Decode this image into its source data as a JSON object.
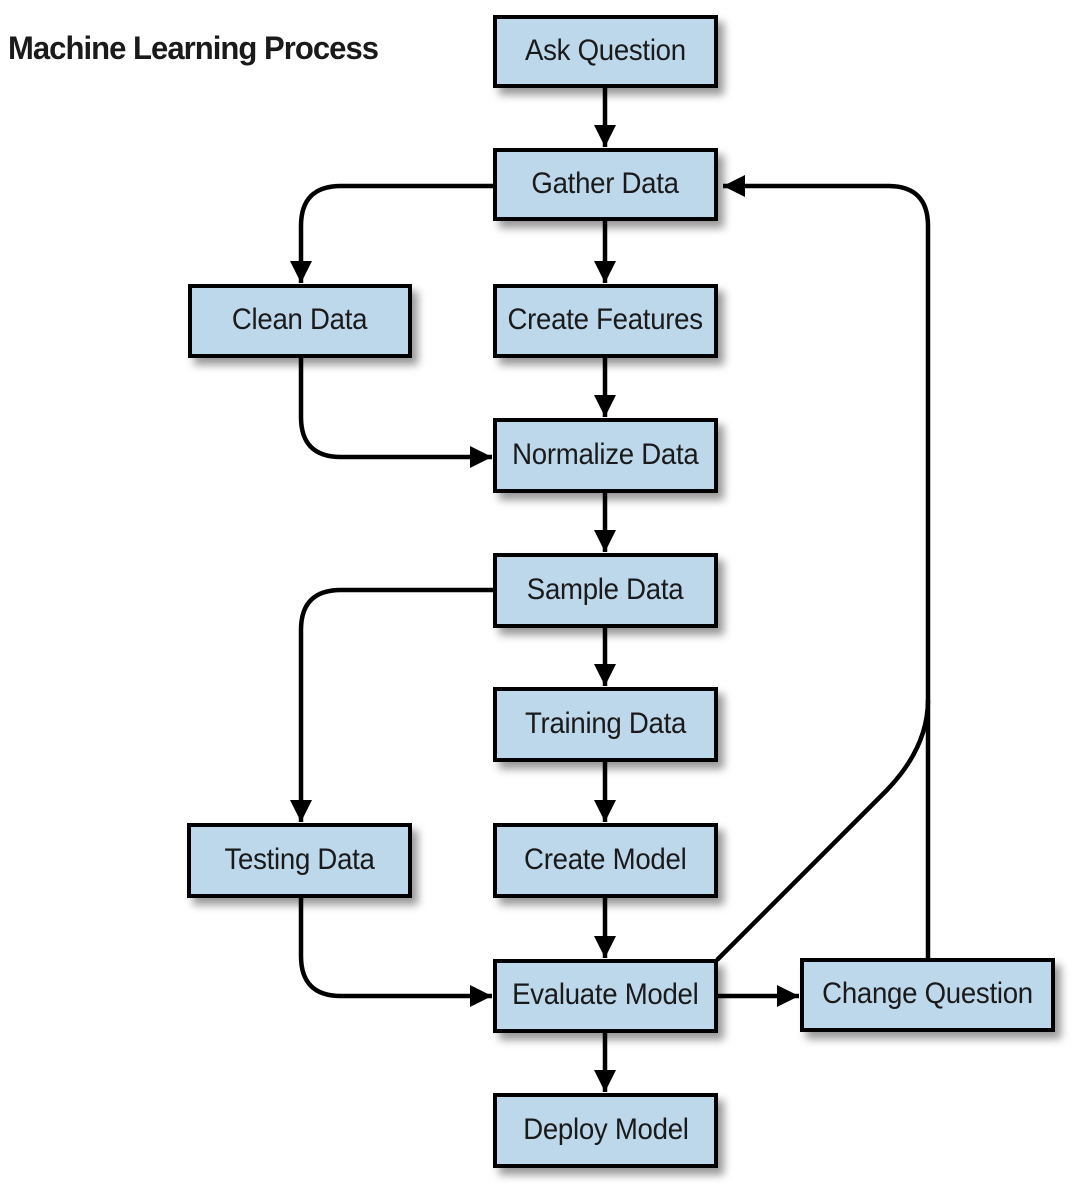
{
  "title": "Machine Learning Process",
  "colors": {
    "box_fill": "#BDD7EB",
    "box_border": "#000000",
    "line": "#000000",
    "text": "#1A1A1A",
    "background": "#FFFFFF"
  },
  "nodes": {
    "ask_question": {
      "label": "Ask Question"
    },
    "gather_data": {
      "label": "Gather Data"
    },
    "clean_data": {
      "label": "Clean Data"
    },
    "create_features": {
      "label": "Create Features"
    },
    "normalize_data": {
      "label": "Normalize Data"
    },
    "sample_data": {
      "label": "Sample Data"
    },
    "training_data": {
      "label": "Training Data"
    },
    "testing_data": {
      "label": "Testing Data"
    },
    "create_model": {
      "label": "Create Model"
    },
    "evaluate_model": {
      "label": "Evaluate Model"
    },
    "change_question": {
      "label": "Change Question"
    },
    "deploy_model": {
      "label": "Deploy Model"
    }
  },
  "edges": [
    {
      "from": "Ask Question",
      "to": "Gather Data"
    },
    {
      "from": "Gather Data",
      "to": "Clean Data"
    },
    {
      "from": "Gather Data",
      "to": "Create Features"
    },
    {
      "from": "Clean Data",
      "to": "Normalize Data"
    },
    {
      "from": "Create Features",
      "to": "Normalize Data"
    },
    {
      "from": "Normalize Data",
      "to": "Sample Data"
    },
    {
      "from": "Sample Data",
      "to": "Testing Data"
    },
    {
      "from": "Sample Data",
      "to": "Training Data"
    },
    {
      "from": "Training Data",
      "to": "Create Model"
    },
    {
      "from": "Create Model",
      "to": "Evaluate Model"
    },
    {
      "from": "Testing Data",
      "to": "Evaluate Model"
    },
    {
      "from": "Evaluate Model",
      "to": "Change Question"
    },
    {
      "from": "Evaluate Model",
      "to": "Deploy Model"
    },
    {
      "from": "Evaluate Model",
      "to": "Gather Data"
    },
    {
      "from": "Change Question",
      "to": "Gather Data"
    }
  ]
}
